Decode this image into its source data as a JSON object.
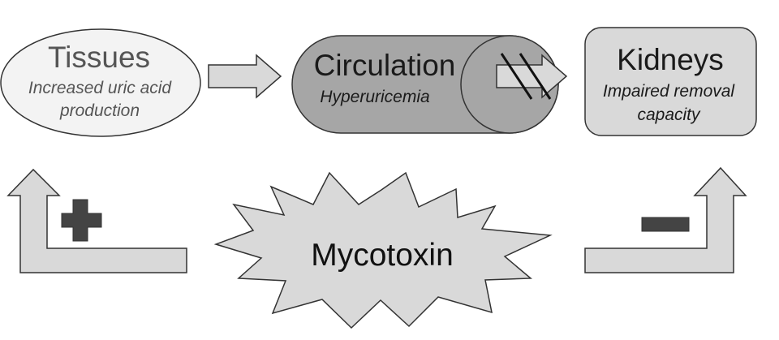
{
  "nodes": {
    "tissues": {
      "title": "Tissues",
      "line1": "Increased uric acid",
      "line2": "production"
    },
    "circulation": {
      "title": "Circulation",
      "subtitle": "Hyperuricemia"
    },
    "kidneys": {
      "title": "Kidneys",
      "line1": "Impaired removal",
      "line2": "capacity"
    },
    "mycotoxin": {
      "label": "Mycotoxin"
    }
  },
  "effects": {
    "tissues": "+",
    "kidneys": "−"
  },
  "colors": {
    "outline": "#333333",
    "light_fill": "#d9d9d9",
    "tissues_fill": "#f3f3f3",
    "circulation_fill": "#a6a6a6",
    "symbol_fill": "#444444"
  }
}
